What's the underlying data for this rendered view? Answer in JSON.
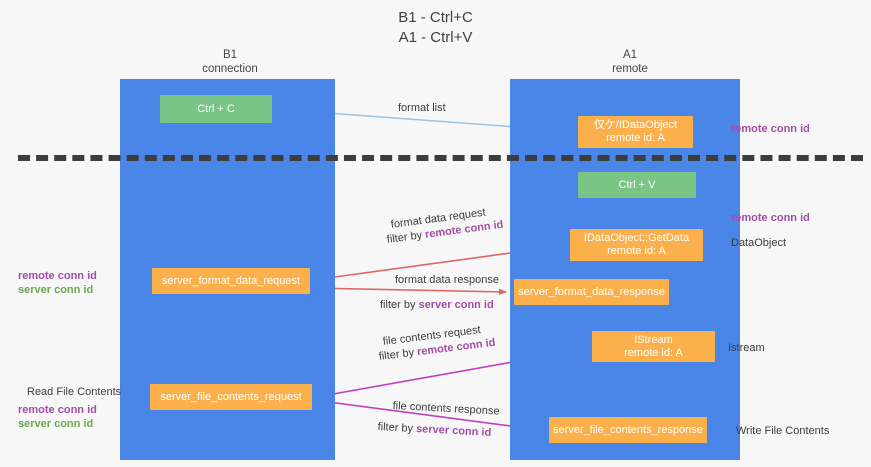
{
  "title": "B1 - Ctrl+C\nA1 - Ctrl+V",
  "columns": [
    {
      "name": "B1",
      "sub": "connection"
    },
    {
      "name": "A1",
      "sub": "remote"
    }
  ],
  "nodes": {
    "ctrl_c": {
      "line1": "Ctrl + C",
      "line2": "",
      "color": "#7ac486"
    },
    "idataobject_remote": {
      "line1": "仅ケ/IDataObject",
      "line2": "remote id: A",
      "color": "#fbb04b"
    },
    "ctrl_v": {
      "line1": "Ctrl + V",
      "line2": "",
      "color": "#7ac486"
    },
    "getdata": {
      "line1": "IDataObject::GetData",
      "line2": "remote id: A",
      "color": "#fbb04b"
    },
    "server_format_data_request": {
      "line1": "server_format_data_request",
      "line2": "",
      "color": "#fbb04b"
    },
    "server_format_data_response": {
      "line1": "server_format_data_response",
      "line2": "",
      "color": "#fbb04b"
    },
    "istream": {
      "line1": "IStream",
      "line2": "remote id: A",
      "color": "#fbb04b"
    },
    "server_file_contents_request": {
      "line1": "server_file_contents_request",
      "line2": "",
      "color": "#fbb04b"
    },
    "server_file_contents_response": {
      "line1": "server_file_contents_response",
      "line2": "",
      "color": "#fbb04b"
    }
  },
  "flows": {
    "format_list": "format list",
    "format_data_request": "format data request",
    "format_data_request_filter_prefix": "filter by ",
    "format_data_request_filter_key": "remote conn id",
    "format_data_response": "format data response",
    "format_data_response_filter_prefix": "filter by ",
    "format_data_response_filter_key": "server conn id",
    "file_contents_request": "file contents request",
    "file_contents_request_filter_prefix": "filter by ",
    "file_contents_request_filter_key": "remote conn id",
    "file_contents_response": "file contents response",
    "file_contents_response_filter_prefix": "filter by ",
    "file_contents_response_filter_key": "server conn id"
  },
  "side_labels": {
    "right_remote_conn_id_top": "remote conn id",
    "right_remote_conn_id_mid": "remote conn id",
    "right_dataobject": "DataObject",
    "right_istream": "Istream",
    "right_write_file_contents": "Write File Contents",
    "left_remote_conn_id_mid": "remote conn id",
    "left_server_conn_id_mid": "server conn id",
    "left_read_file_contents": "Read File Contents",
    "left_remote_conn_id_bottom": "remote conn id",
    "left_server_conn_id_bottom": "server conn id"
  },
  "colors": {
    "lane": "#4a86e8",
    "green_node": "#7ac486",
    "orange_node": "#fbb04b",
    "purple_text": "#a64ca6",
    "green_text": "#6aa84f",
    "arrow_blue": "#9fc5e8",
    "arrow_red": "#e06666",
    "arrow_magenta": "#c13ec1",
    "arrow_black": "#1f1f1f",
    "divider": "#3d3d3d",
    "background": "#f7f7f7"
  }
}
